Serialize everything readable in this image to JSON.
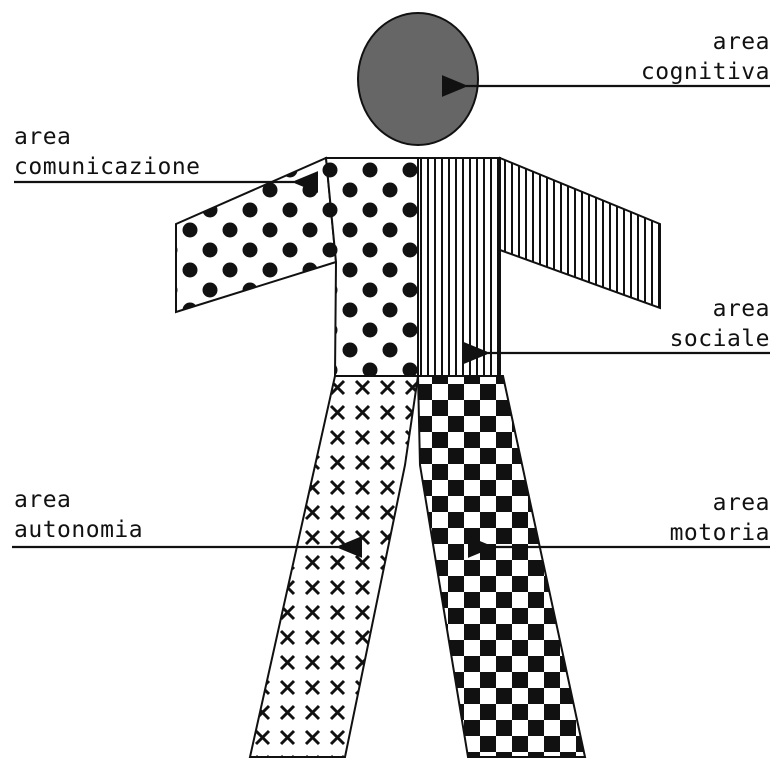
{
  "colors": {
    "ink": "#111111",
    "head_fill": "#666666",
    "background": "#ffffff"
  },
  "labels": {
    "cognitiva": {
      "line1": "area",
      "line2": "cognitiva"
    },
    "comunicazione": {
      "line1": "area",
      "line2": "comunicazione"
    },
    "sociale": {
      "line1": "area",
      "line2": "sociale"
    },
    "autonomia": {
      "line1": "area",
      "line2": "autonomia"
    },
    "motoria": {
      "line1": "area",
      "line2": "motoria"
    }
  },
  "patterns": {
    "head": "solid-gray",
    "comunicazione": "dots",
    "sociale": "vertical-stripes",
    "autonomia": "crosses",
    "motoria": "checkerboard"
  }
}
